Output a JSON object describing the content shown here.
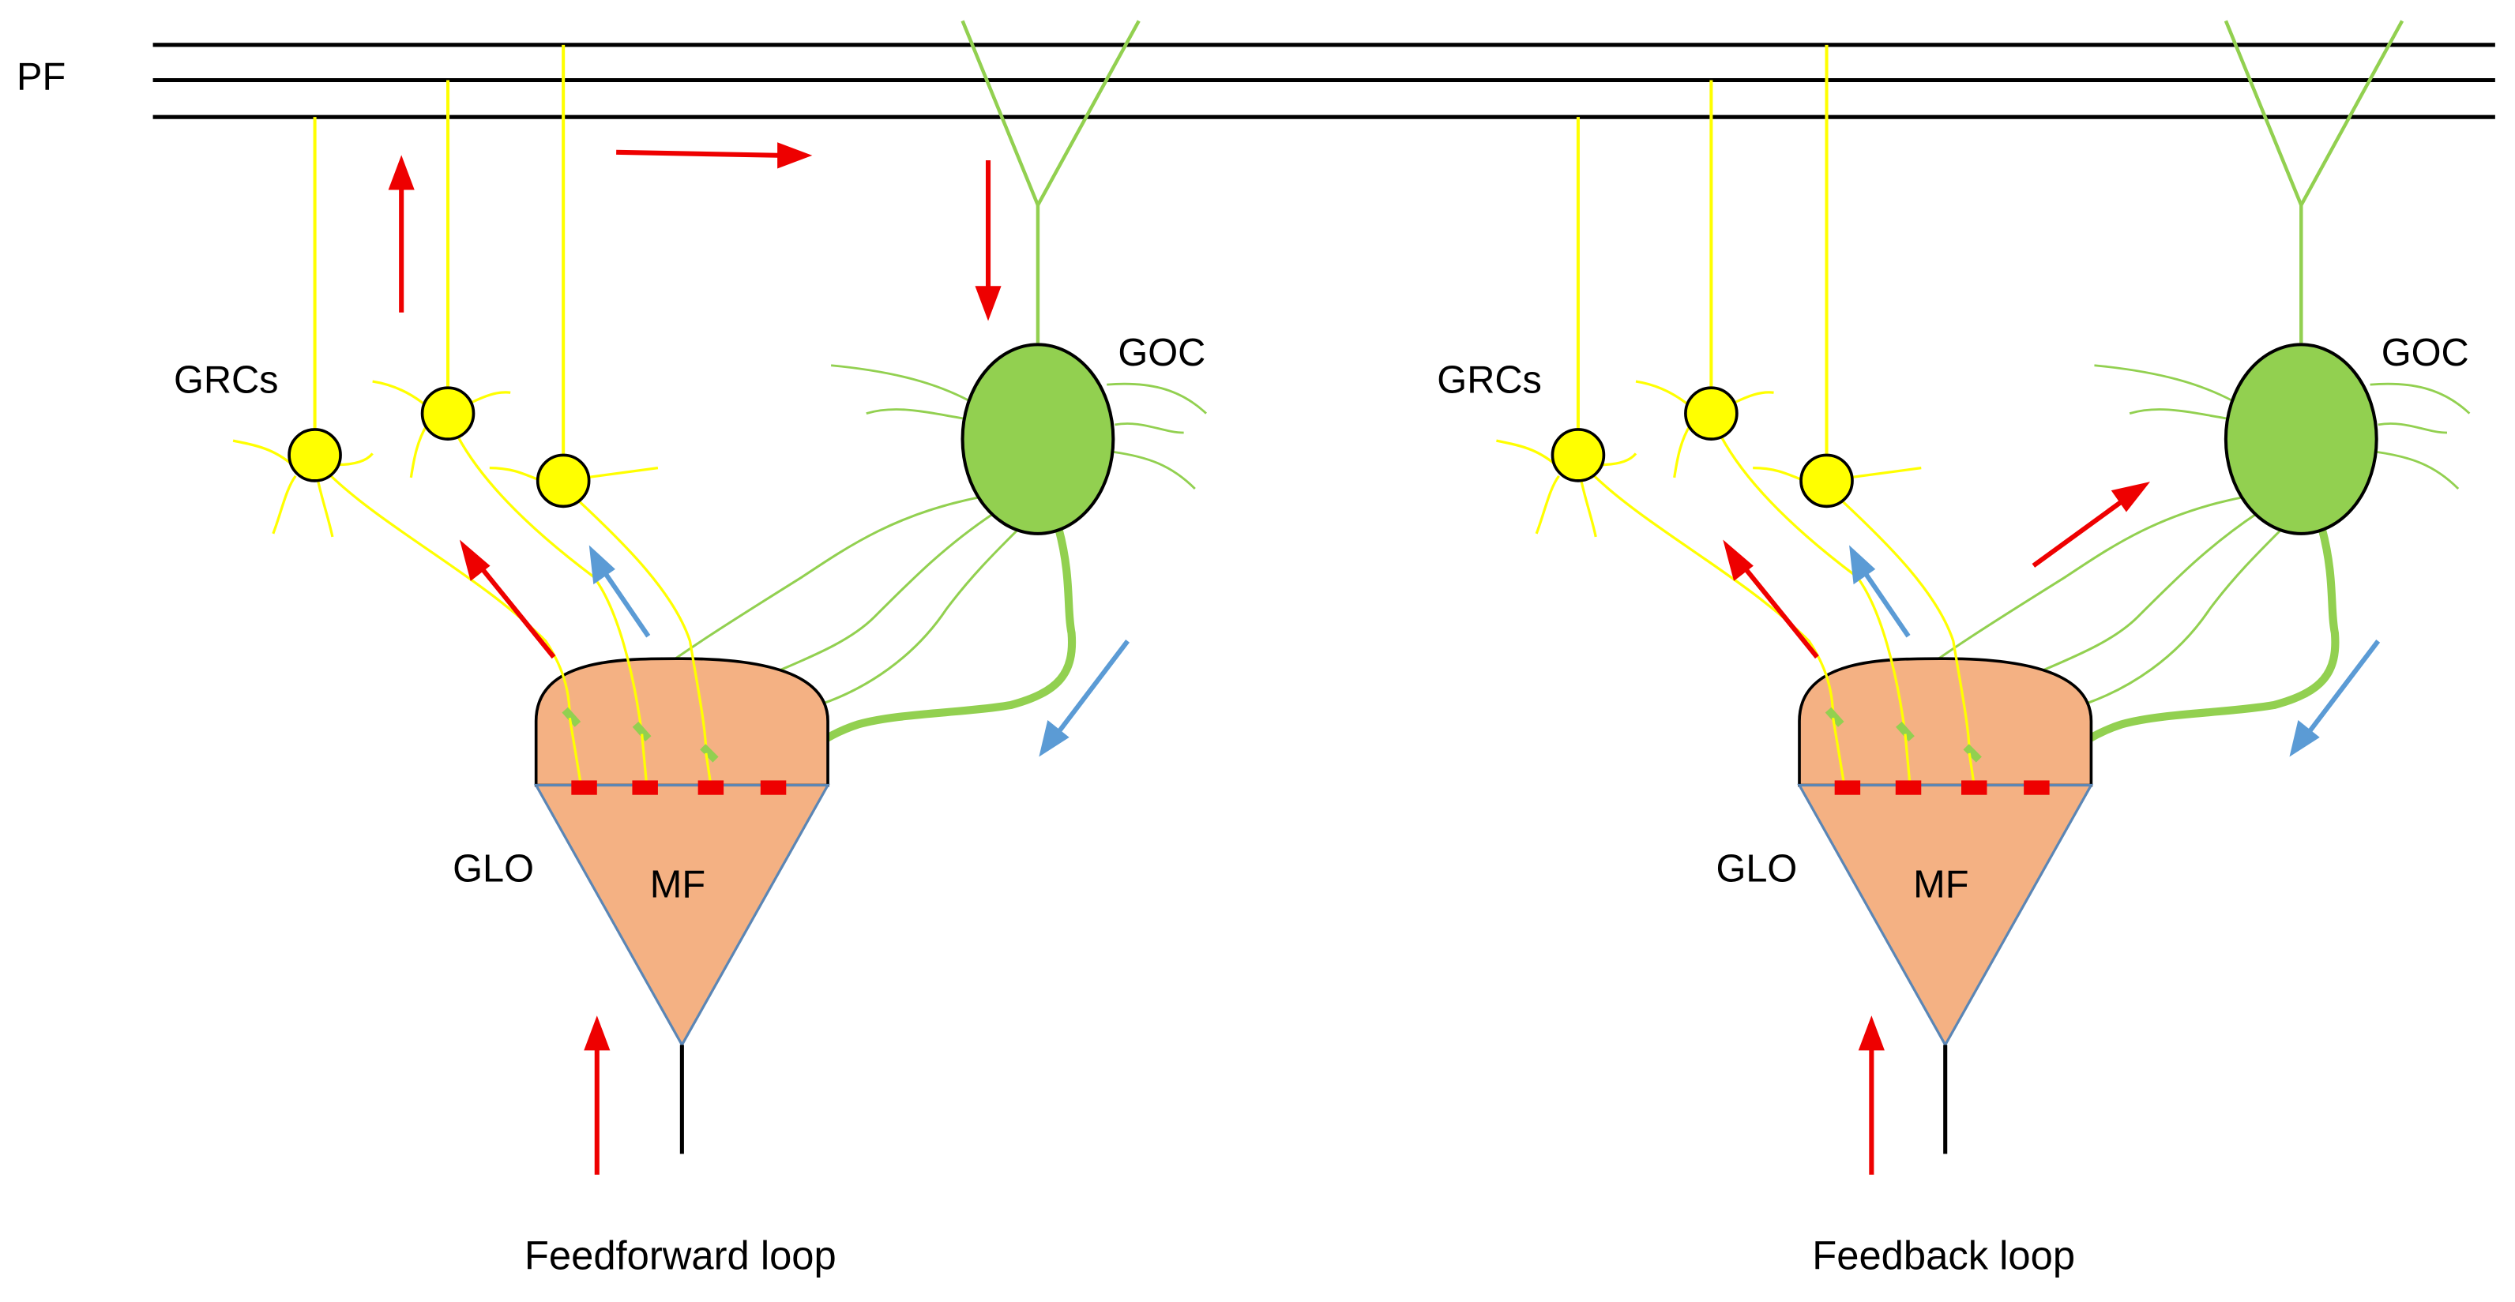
{
  "labels": {
    "pf": "PF",
    "grcs": "GRCs",
    "goc": "GOC",
    "glo": "GLO",
    "mf": "MF"
  },
  "panels": [
    {
      "title": "Feedforward loop"
    },
    {
      "title": "Feedback loop"
    }
  ],
  "colors": {
    "parallel_fiber": "#000000",
    "granule_cell": "#ffff00",
    "golgi_cell": "#92d050",
    "glomerulus": "#f4b183",
    "excitatory_arrow": "#ee0000",
    "inhibitory_arrow": "#5b9bd5",
    "synapse": "#ee0000"
  }
}
